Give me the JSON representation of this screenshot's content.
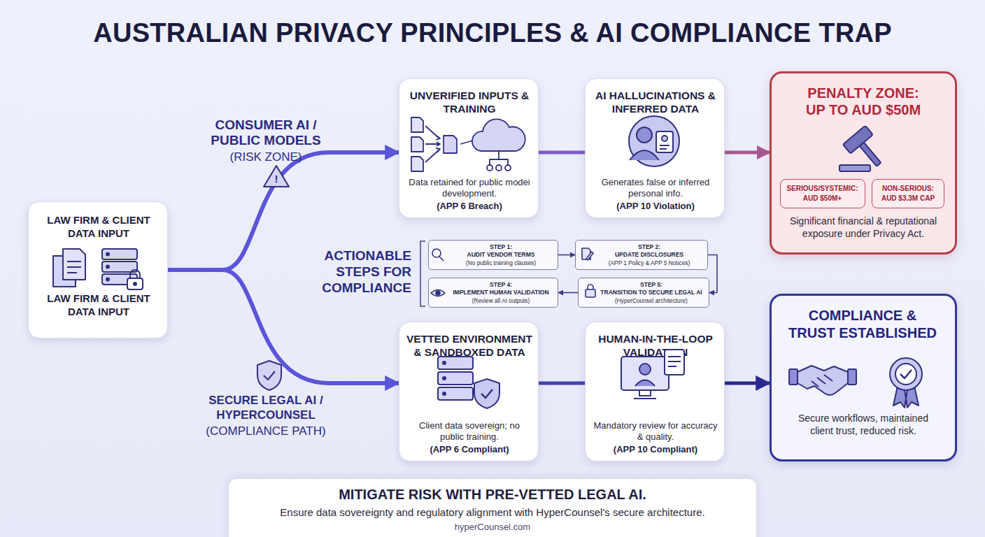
{
  "diagram": {
    "title": "AUSTRALIAN PRIVACY PRINCIPLES & AI COMPLIANCE TRAP",
    "nodes": [
      {
        "text": [
          "LAW FIRM & CLIENT DATA INPUT",
          "LAW FIRM & CLIENT DATA INPUT"
        ]
      },
      {
        "text": [
          "UNVERIFIED INPUTS & TRAINING",
          "Data retained for public modei development.",
          "(APP 6 Breach)"
        ]
      },
      {
        "text": [
          "AI HALLUCINATIONS & INFERRED DATA",
          "Generates false or inferred personal info.",
          "(APP 10 Violation)"
        ]
      },
      {
        "text": [
          "PENALTY ZONE: UP TO AUD $50M",
          "Significant financial & reputational exposure under Privacy Act."
        ]
      },
      {
        "text": [
          "SERIOUS/SYSTEMIC: AUD $50M+"
        ],
        "in": 3
      },
      {
        "text": [
          "NON-SERIOUS: AUD $3.3M CAP"
        ],
        "in": 3
      },
      {
        "text": [
          "STEP 1:",
          "AUDIT VENDOR TERMS",
          "(No public training clauses)"
        ]
      },
      {
        "text": [
          "STEP 2:",
          "UPDATE DISCLOSURES",
          "(APP 1 Policy & APP 5 Notices)"
        ]
      },
      {
        "text": [
          "STEP 4:",
          "IMPLEMENT HUMAN VALIDATION",
          "(Review all AI outputs)"
        ]
      },
      {
        "text": [
          "STEP 5:",
          "TRANSITION TO SECURE LEGAL AI",
          "(HyperCounsel architecture)"
        ]
      },
      {
        "text": [
          "VETTED ENVIRONMENT & SANDBOXED DATA",
          "Client data sovereign; no public training.",
          "(APP 6 Compliant)"
        ]
      },
      {
        "text": [
          "HUMAN-IN-THE-LOOP VALIDATION",
          "Mandatory review for accuracy & quality.",
          "(APP 10 Compliant)"
        ]
      },
      {
        "text": [
          "COMPLIANCE & TRUST ESTABLISHED",
          "Secure workflows, maintained client trust, reduced risk."
        ]
      },
      {
        "text": [
          "MITIGATE RISK WITH PRE-VETTED LEGAL AI.",
          "Ensure data sovereignty and regulatory alignment with HyperCounsel's secure architecture.",
          "hyperCounsel.com"
        ]
      }
    ],
    "edges": [
      {
        "from": 0,
        "to": 1,
        "arrow": "to"
      },
      {
        "from": 0,
        "to": 10,
        "arrow": "to"
      },
      {
        "from": 1,
        "to": 2,
        "arrow": "none"
      },
      {
        "from": 2,
        "to": 3,
        "arrow": "to"
      },
      {
        "from": 6,
        "to": 7,
        "arrow": "to"
      },
      {
        "from": 7,
        "to": 9,
        "arrow": "to"
      },
      {
        "from": 9,
        "to": 8,
        "arrow": "to"
      },
      {
        "from": 10,
        "to": 11,
        "arrow": "none"
      },
      {
        "from": 11,
        "to": 12,
        "arrow": "to"
      }
    ],
    "labels": [
      "CONSUMER AI / PUBLIC MODELS",
      "(RISK ZONE)",
      "!",
      "ACTIONABLE STEPS FOR COMPLIANCE",
      "SECURE LEGAL AI / HYPERCOUNSEL",
      "(COMPLIANCE PATH)"
    ]
  }
}
